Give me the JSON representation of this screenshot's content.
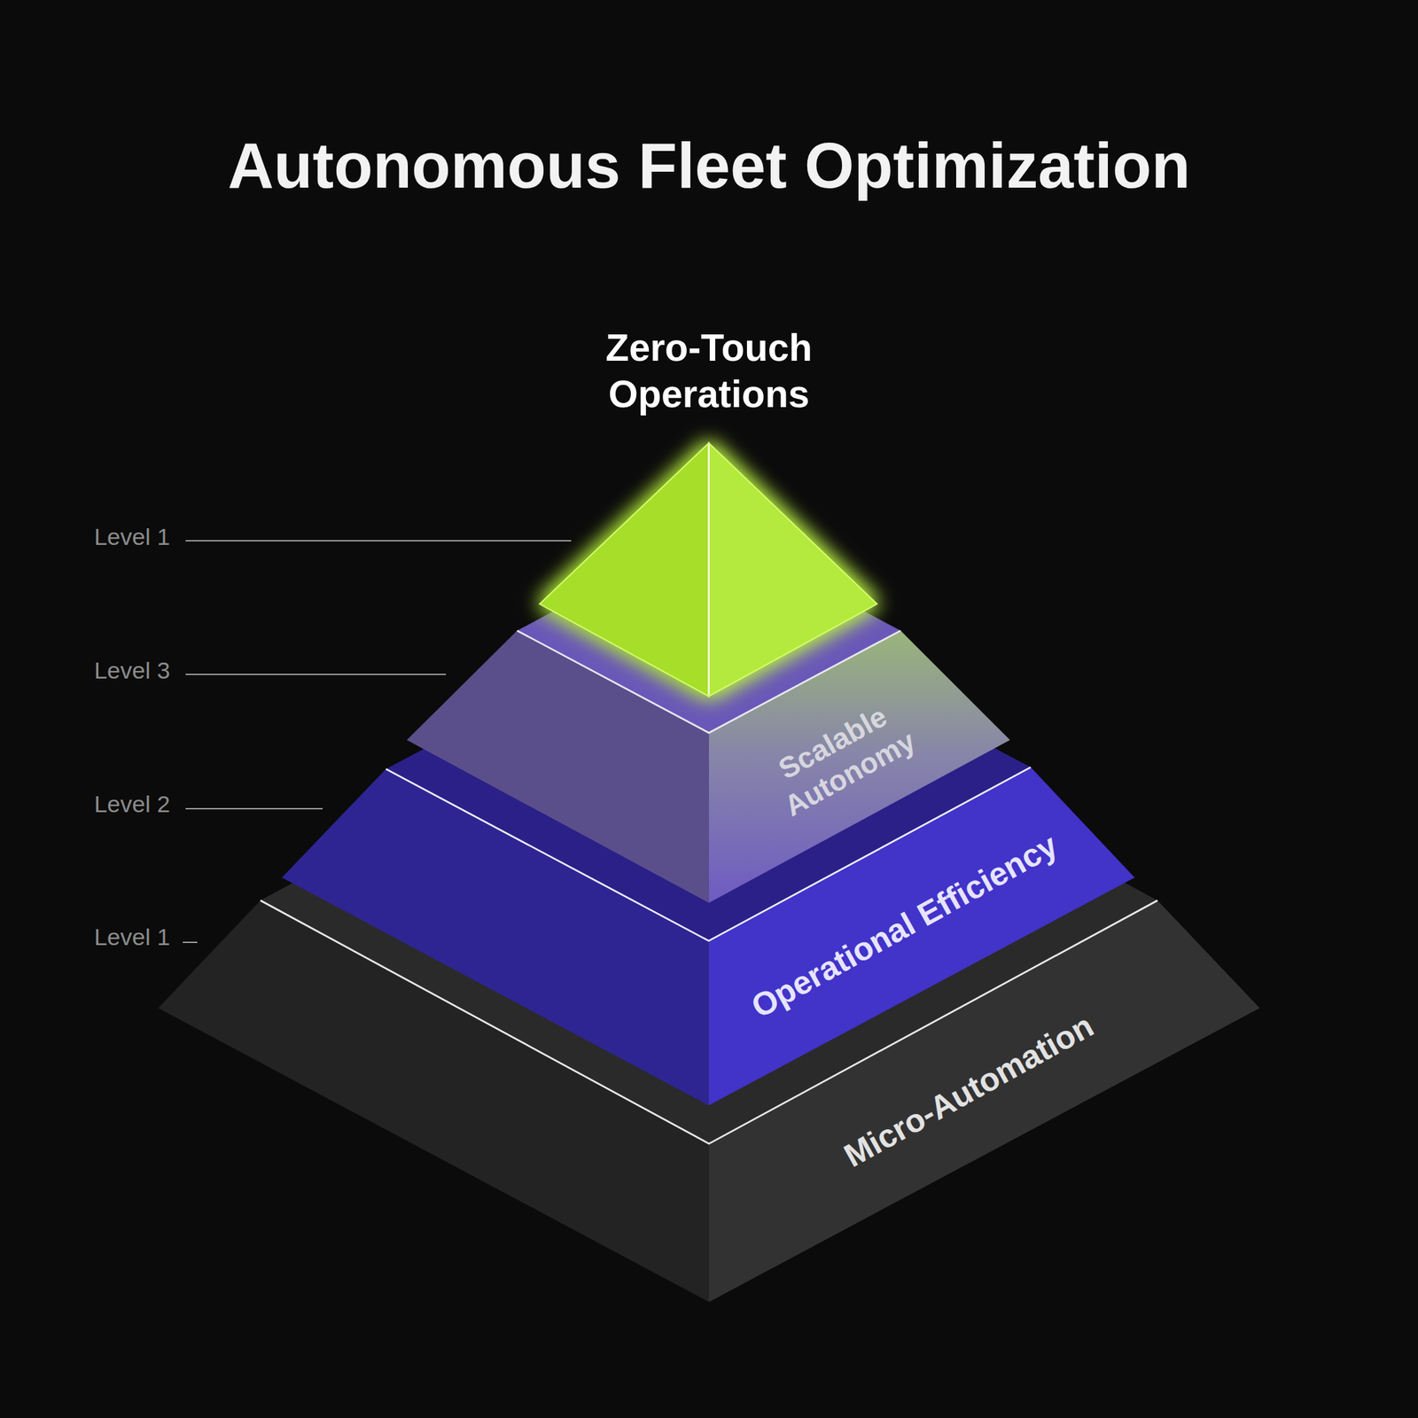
{
  "diagram": {
    "title": "Autonomous Fleet Optimization",
    "nodes": [
      {
        "text": [
          "Zero-Touch Operations"
        ]
      },
      {
        "text": [
          "Scalable Autonomy"
        ]
      },
      {
        "text": [
          "Operational Efficiency"
        ]
      },
      {
        "text": [
          "Micro-Automation"
        ]
      }
    ],
    "labels": [
      "Level 1",
      "Level 3",
      "Level 2",
      "Level 1"
    ]
  }
}
